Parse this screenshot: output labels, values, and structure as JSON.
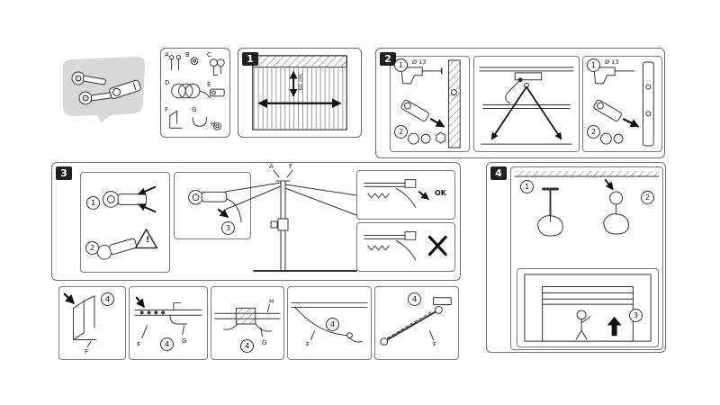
{
  "document": {
    "background": "#ffffff",
    "ink": "#333333",
    "accent": "#111111",
    "panel_gray": "#d8d8d8"
  },
  "steps": {
    "step1": {
      "badge": "1"
    },
    "step2": {
      "badge": "2"
    },
    "step3": {
      "badge": "3"
    },
    "step4": {
      "badge": "4"
    }
  },
  "markers": {
    "m1": "1",
    "m2": "2",
    "m3": "3",
    "m4": "4"
  },
  "labels": {
    "drill_diameter": "Ø 13",
    "door_width": "60 cm",
    "ok": "OK",
    "warning": "!"
  },
  "parts": {
    "a": "A",
    "b": "B",
    "c": "C",
    "d": "D",
    "e": "E",
    "f": "F",
    "g": "G",
    "h": "H"
  }
}
